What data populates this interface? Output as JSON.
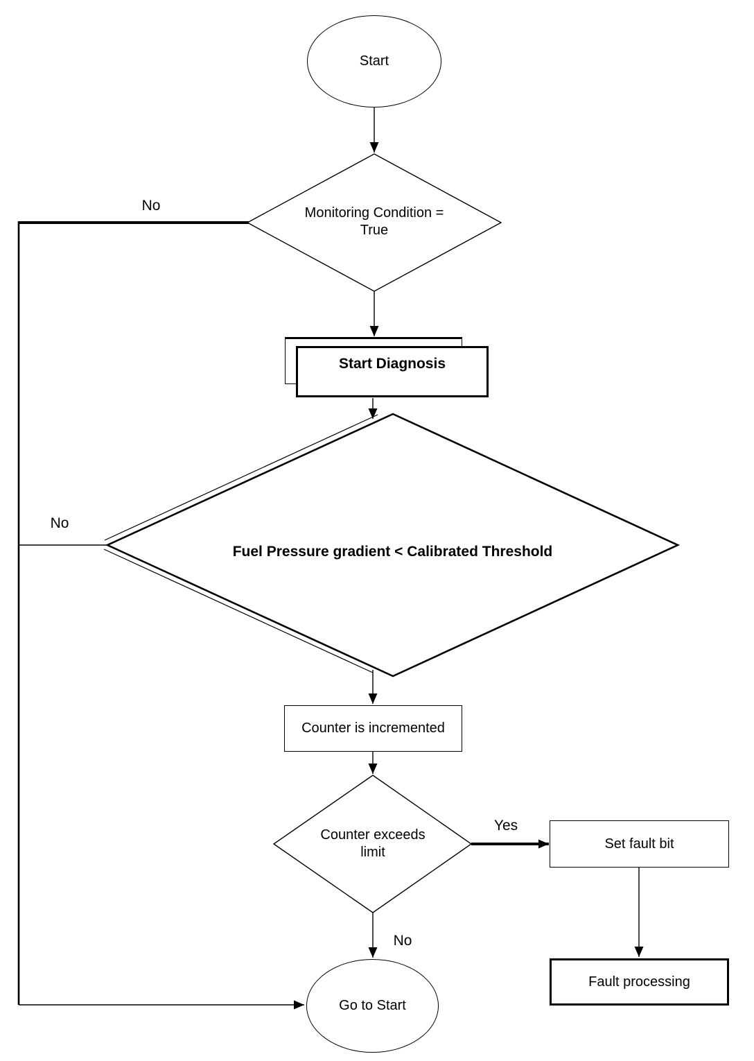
{
  "diagram": {
    "type": "flowchart",
    "background_color": "#ffffff",
    "line_color": "#000000",
    "nodes": {
      "start": {
        "shape": "terminator-ellipse",
        "label": "Start"
      },
      "monitoring_condition": {
        "shape": "decision-diamond",
        "label": "Monitoring Condition =\nTrue"
      },
      "start_diagnosis": {
        "shape": "process-double-box",
        "label": "Start Diagnosis"
      },
      "fuel_pressure_check": {
        "shape": "decision-diamond",
        "label": "Fuel Pressure gradient < Calibrated Threshold"
      },
      "counter_incremented": {
        "shape": "process-box",
        "label": "Counter is incremented"
      },
      "counter_exceeds_limit": {
        "shape": "decision-diamond",
        "label": "Counter exceeds\nlimit"
      },
      "set_fault_bit": {
        "shape": "process-box",
        "label": "Set fault bit"
      },
      "fault_processing": {
        "shape": "process-box",
        "label": "Fault processing"
      },
      "go_to_start": {
        "shape": "terminator-ellipse",
        "label": "Go to Start"
      }
    },
    "edge_labels": {
      "monitoring_no": "No",
      "fuel_pressure_no": "No",
      "counter_yes": "Yes",
      "counter_no": "No"
    }
  }
}
